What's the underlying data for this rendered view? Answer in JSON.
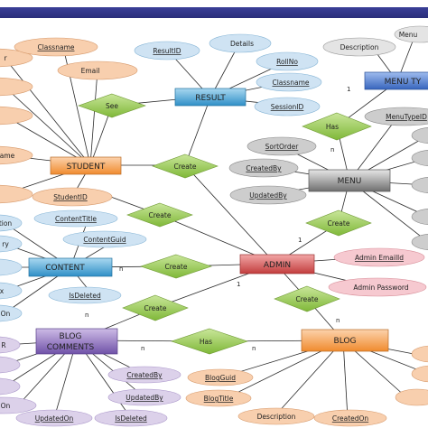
{
  "entities": {
    "student": "STUDENT",
    "result": "RESULT",
    "menu_type": "MENU TY",
    "menu": "MENU",
    "content": "CONTENT",
    "admin": "ADMIN",
    "blog_comments_1": "BLOG",
    "blog_comments_2": "COMMENTS",
    "blog": "BLOG"
  },
  "relationships": {
    "see": "See",
    "create_student": "Create",
    "create_content": "Create",
    "create_admin_content": "Create",
    "create_menu": "Create",
    "has_menu": "Has",
    "create_blog_comments": "Create",
    "create_blog": "Create",
    "has_blog": "Has"
  },
  "attributes": {
    "classname_top": "Classname",
    "email": "Email",
    "student_id": "StudentID",
    "result_id": "ResultID",
    "details": "Details",
    "roll_no": "RollNo",
    "classname_result": "Classname",
    "session_id": "SessionID",
    "description_menu_type": "Description",
    "menu_top_right": "Menu",
    "menu_type_id": "MenuTypeID",
    "sort_order": "SortOrder",
    "created_by_menu": "CreatedBy",
    "updated_by_menu": "UpdatedBy",
    "content_title": "ContentTitle",
    "content_guid": "ContentGuid",
    "is_deleted_content": "IsDeleted",
    "admin_email_id": "Admin EmailId",
    "admin_password": "Admin Password",
    "created_by_comments": "CreatedBy",
    "updated_by_comments": "UpdatedBy",
    "updated_on": "UpdatedOn",
    "is_deleted_comments": "IsDeleted",
    "blog_guid": "BlogGuid",
    "blog_title": "BlogTitle",
    "description_blog": "Description",
    "created_on": "CreatedOn",
    "frag_ame": "ame",
    "frag_tion": "tion",
    "frag_ry": "ry",
    "frag_x": "x",
    "frag_on": "On",
    "frag_r": "R",
    "frag_on2": "On",
    "frag_r2": "r"
  },
  "cardinality": {
    "one": "1",
    "many": "n"
  },
  "colors": {
    "line": "#2a2a2a",
    "student": "#f6a55a",
    "result": "#4fa8d6",
    "menu_type": "#4c7fd0",
    "menu": "#8a8a8a",
    "content": "#52a6d8",
    "admin": "#d65b5b",
    "blog_comments": "#8a6fb8",
    "blog": "#f6a55a",
    "diamond": "#9ccd52",
    "attr_orange": "#f8cfae",
    "attr_blue": "#cfe3f3",
    "attr_gray": "#cdcdcd",
    "attr_pink": "#f6c9d0",
    "attr_purple": "#dcd1ea"
  }
}
